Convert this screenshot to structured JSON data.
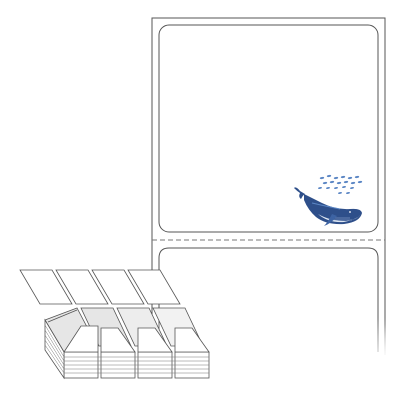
{
  "product": {
    "top_label_art": "whale-with-fish-school",
    "label_corner_style": "rounded",
    "separator_style": "dashed-perforation",
    "fanfold_stack_columns": 4
  },
  "colors": {
    "line": "#555555",
    "perforation": "#777777",
    "label_fill": "#ffffff",
    "stack_fill": "#e6e6e6",
    "whale_dark": "#2e4f8a",
    "whale_light": "#9fb6d8",
    "fish": "#5b86c4"
  }
}
